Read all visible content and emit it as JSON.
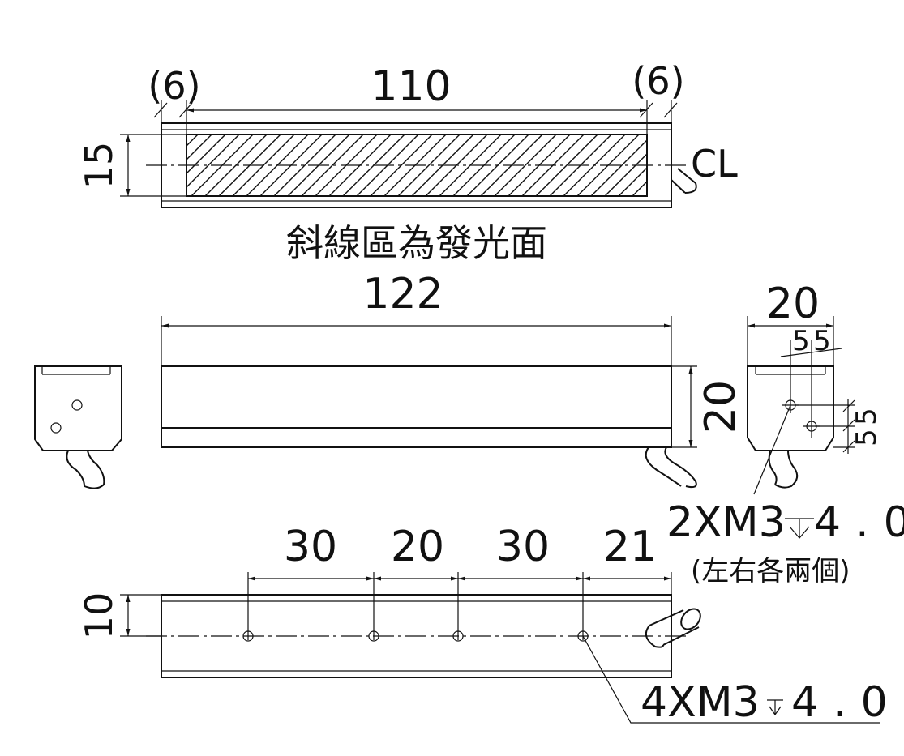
{
  "top_view": {
    "dim_left": "(6)",
    "dim_center": "110",
    "dim_right": "(6)",
    "dim_height": "15",
    "centerline": "CL",
    "caption": "斜線區為發光面"
  },
  "front_view": {
    "dim_length": "122",
    "dim_height": "20"
  },
  "side_view": {
    "dim_width": "20",
    "dim_hole_x": "5",
    "dim_hole_x2": "5",
    "dim_hole_y": "5",
    "dim_hole_y2": "5",
    "hole_note": "2XM3",
    "hole_depth": "4.0",
    "hole_sub": "(左右各兩個)"
  },
  "bottom_view": {
    "dim_spacing": [
      "30",
      "20",
      "30",
      "21"
    ],
    "dim_height": "10",
    "hole_note": "4XM3",
    "hole_depth": "4.0"
  }
}
